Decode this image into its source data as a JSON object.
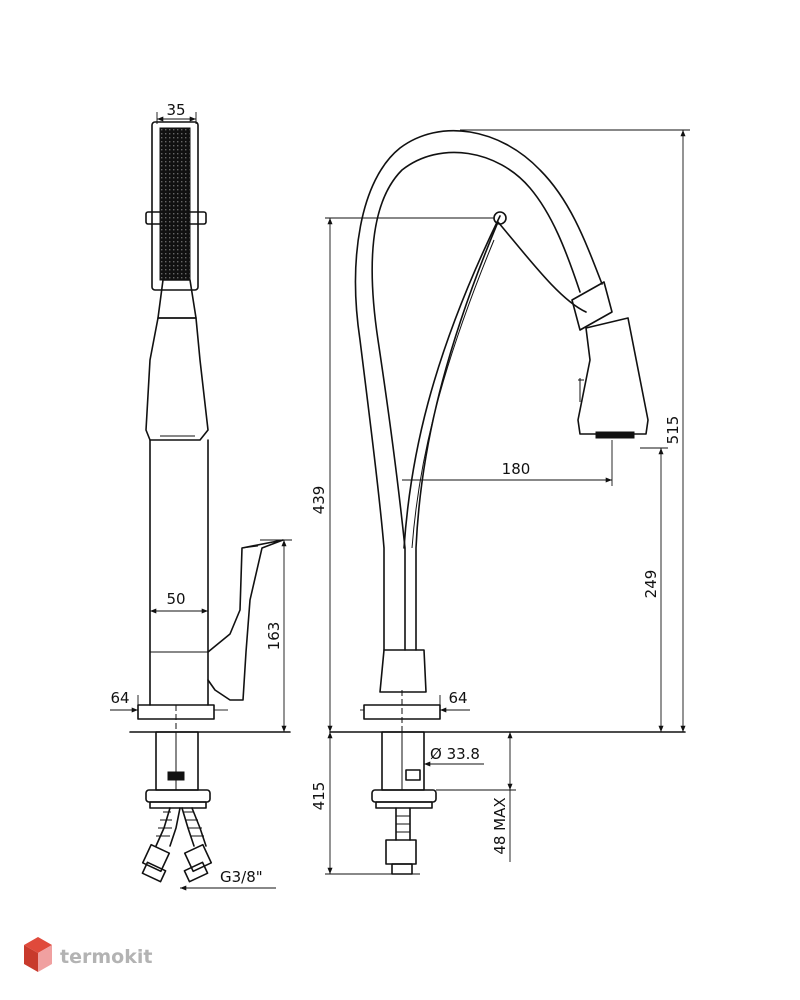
{
  "diagram": {
    "left_view": {
      "dim_head_width": "35",
      "dim_body_width": "50",
      "dim_base": "64",
      "dim_lever_height": "163",
      "dim_thread": "G3/8\""
    },
    "right_view": {
      "dim_spout_height": "439",
      "dim_total_height": "515",
      "dim_reach": "180",
      "dim_outlet_height": "249",
      "dim_base": "64",
      "dim_diameter": "Ø 33.8",
      "dim_below_deck": "415",
      "dim_deck_max": "48 MAX"
    }
  },
  "watermark": {
    "text": "termokit",
    "colors": {
      "top": "#e04a3b",
      "left": "#c83a2c",
      "right": "#f0a0a0",
      "text": "#b3b3b3"
    }
  }
}
